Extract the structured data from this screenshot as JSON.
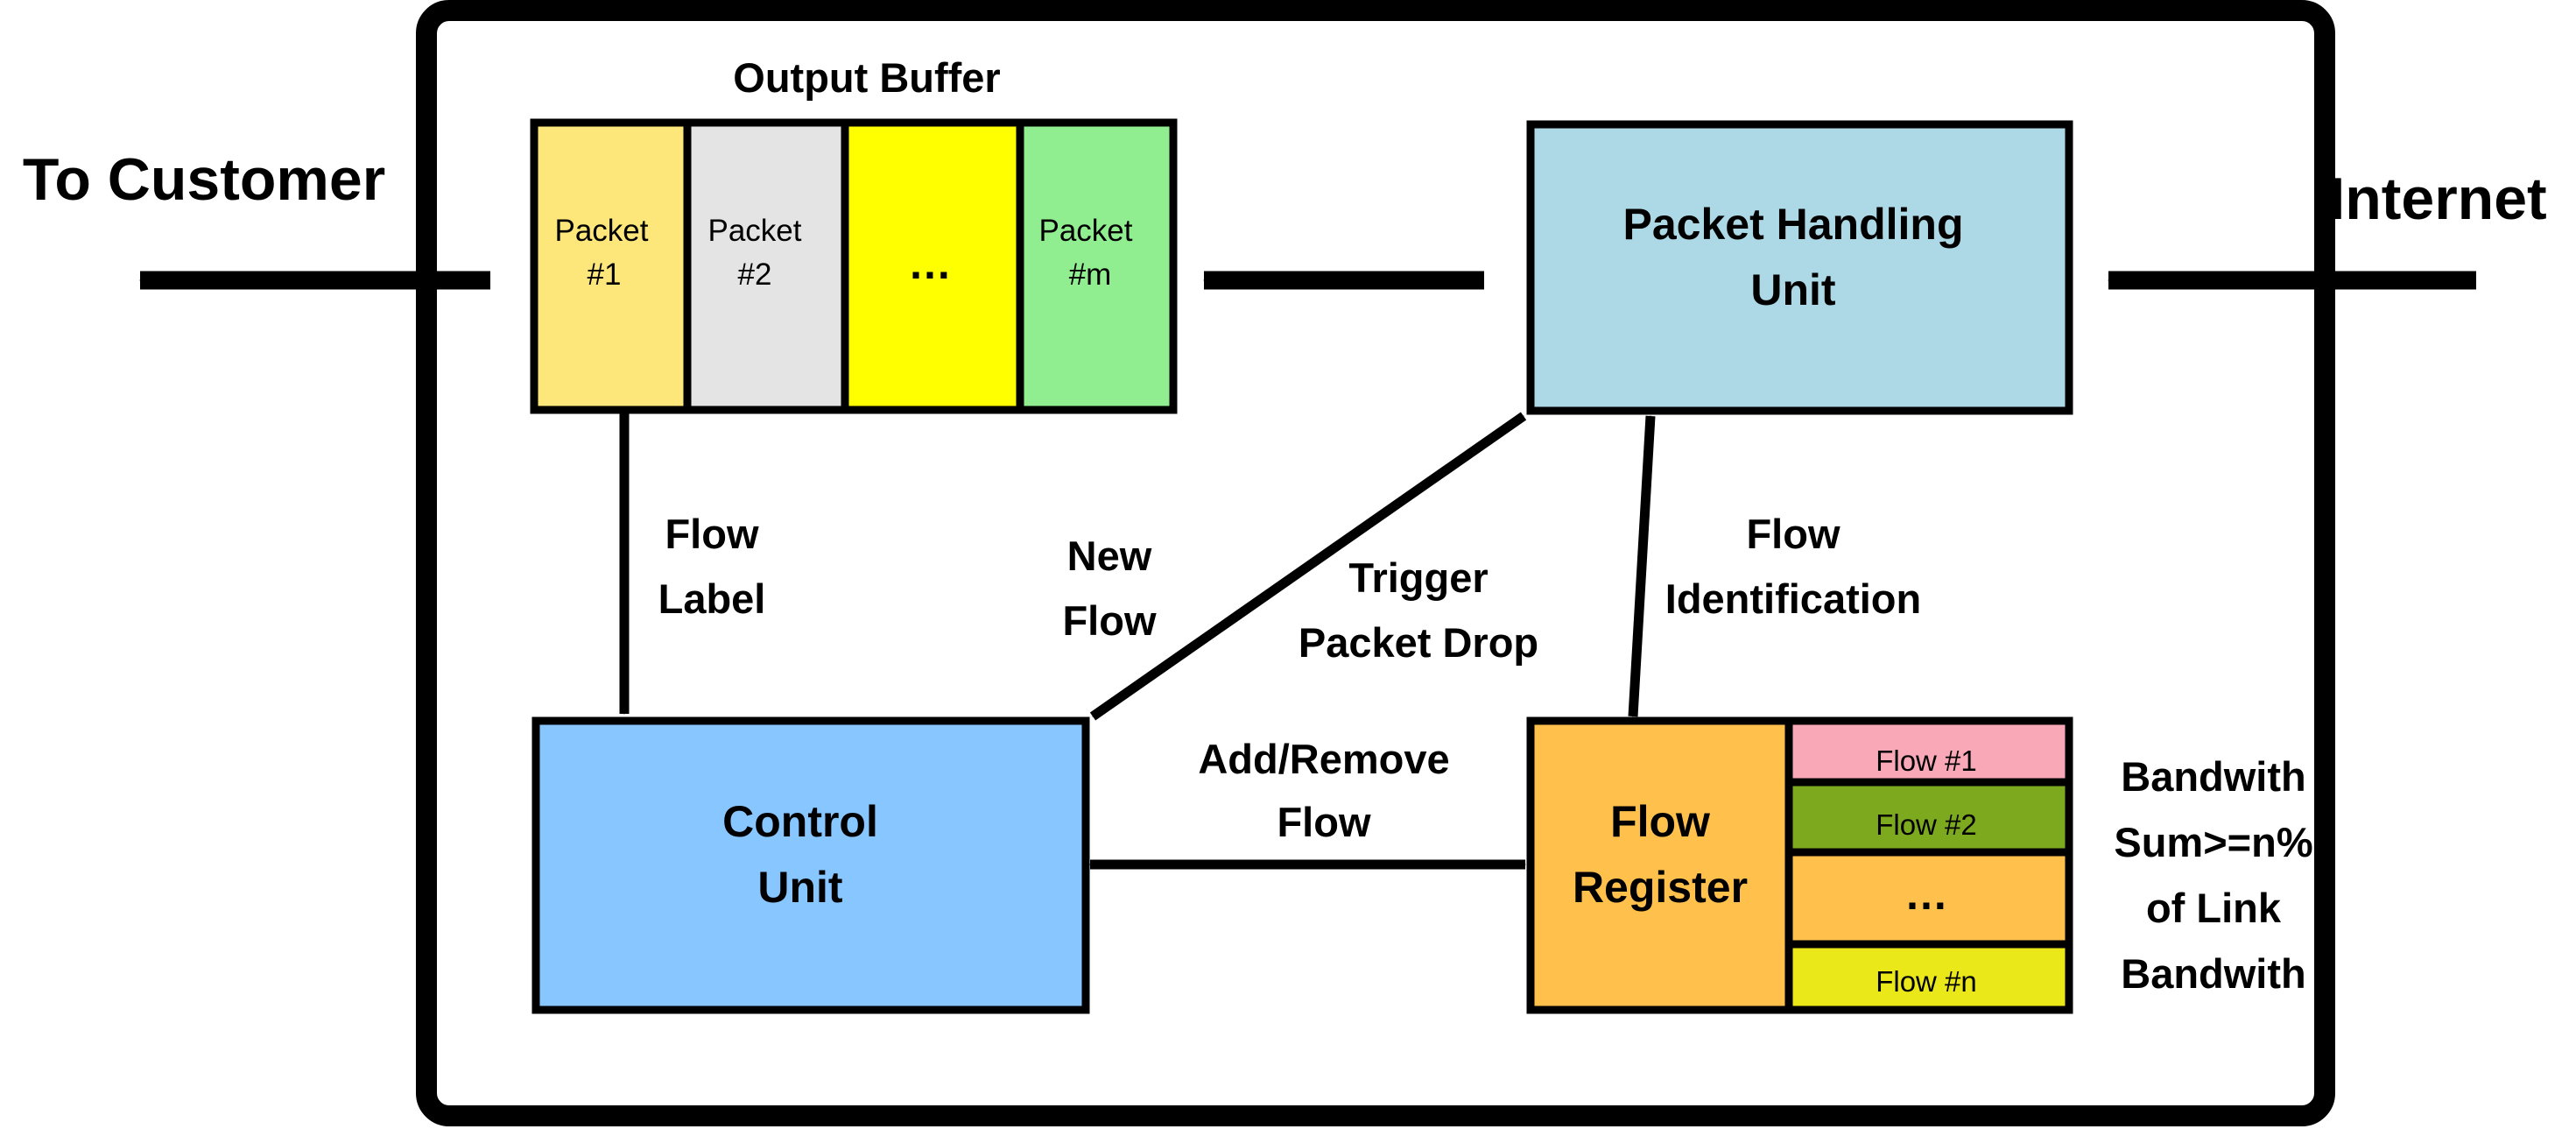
{
  "external": {
    "left_label": "To Customer",
    "right_label": "Internet"
  },
  "output_buffer": {
    "title": "Output Buffer",
    "cells": [
      {
        "line1": "Packet",
        "line2": "#1",
        "color": "#FDE67A"
      },
      {
        "line1": "Packet",
        "line2": "#2",
        "color": "#E4E4E4"
      },
      {
        "line1": "…",
        "line2": "",
        "color": "#FFFF00"
      },
      {
        "line1": "Packet",
        "line2": "#m",
        "color": "#90EE90"
      }
    ]
  },
  "units": {
    "packet_handling": {
      "line1": "Packet Handling",
      "line2": "Unit",
      "color": "#ADD8E6"
    },
    "control": {
      "line1": "Control",
      "line2": "Unit",
      "color": "#87C6FF"
    },
    "flow_register": {
      "line1": "Flow",
      "line2": "Register",
      "color": "#FFC04C"
    }
  },
  "flow_register_items": [
    {
      "label": "Flow #1",
      "color": "#F9A8B8"
    },
    {
      "label": "Flow #2",
      "color": "#7DA91F"
    },
    {
      "label": "…",
      "color": "#FFC04C"
    },
    {
      "label": "Flow #n",
      "color": "#EBE81A"
    }
  ],
  "bandwidth_note": [
    "Bandwith",
    "Sum>=n%",
    "of Link",
    "Bandwith"
  ],
  "edge_labels": {
    "flow_label": [
      "Flow",
      "Label"
    ],
    "new_flow": [
      "New",
      "Flow"
    ],
    "trigger_drop": [
      "Trigger",
      "Packet Drop"
    ],
    "flow_identification": [
      "Flow",
      "Identification"
    ],
    "add_remove_flow": [
      "Add/Remove",
      "Flow"
    ]
  }
}
